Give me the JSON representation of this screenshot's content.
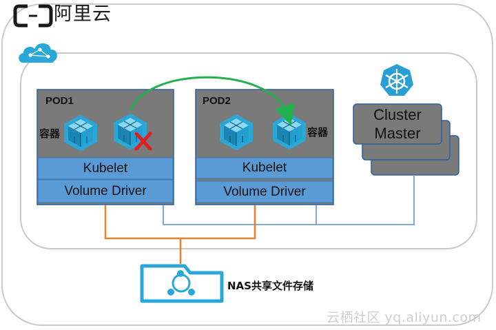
{
  "brand": {
    "name": "阿里云",
    "logo": "aliyun-logo-icon"
  },
  "cloud": {
    "icon": "cloud-network-icon"
  },
  "pods": [
    {
      "title": "POD1",
      "container_label": "容器",
      "kubelet": "Kubelet",
      "volume_driver": "Volume Driver",
      "failed_marker": "red-x-icon"
    },
    {
      "title": "POD2",
      "container_label": "容器",
      "kubelet": "Kubelet",
      "volume_driver": "Volume Driver"
    }
  ],
  "master": {
    "line1": "Cluster",
    "line2": "Master",
    "icon": "kubernetes-helm-icon"
  },
  "storage": {
    "label": "NAS共享文件存储",
    "icon": "nas-folder-share-icon"
  },
  "migration": {
    "icon": "green-migration-arrow"
  },
  "watermark": "云栖社区 yq.aliyun.com",
  "colors": {
    "pod_body": "#7a7a7a",
    "kubelet_blue": "#5b9bd5",
    "cube_teal": "#29a8d8",
    "orange_link": "#e8822e",
    "blue_link": "#6ea0cf",
    "green_arrow": "#22b14c",
    "red_x": "#e02020"
  }
}
